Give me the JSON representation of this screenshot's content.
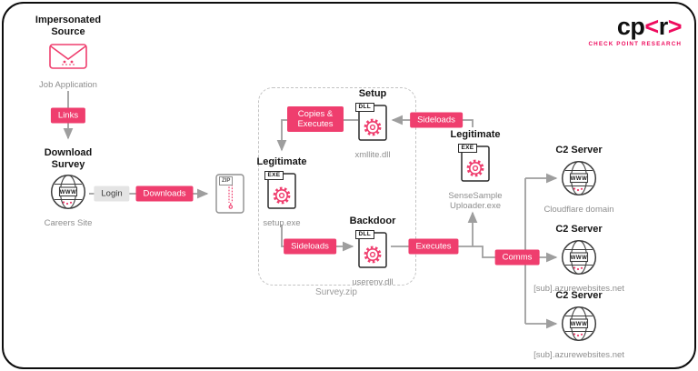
{
  "colors": {
    "accent": "#ef3e6e",
    "brand": "#ee0c5e",
    "arrow": "#9e9e9e"
  },
  "logo": {
    "cp": "cp",
    "bracket_open": "<",
    "r": "r",
    "bracket_close": ">",
    "subtitle": "CHECK POINT RESEARCH"
  },
  "flow": {
    "globe_www": "WWW",
    "source": {
      "title": "Impersonated Source",
      "caption": "Job Application"
    },
    "links_badge": "Links",
    "survey": {
      "title": "Download Survey",
      "caption": "Careers Site"
    },
    "login_badge": "Login",
    "downloads_badge": "Downloads",
    "zip_tab": "ZIP",
    "group_label": "Survey.zip",
    "setup_dll": {
      "title": "Setup",
      "tab": "DLL",
      "caption": "xmllite.dll"
    },
    "copies_badge": "Copies & Executes",
    "sideloads_top_badge": "Sideloads",
    "setup_exe": {
      "title": "Legitimate",
      "tab": "EXE",
      "caption": "setup.exe"
    },
    "sideloads_bottom_badge": "Sideloads",
    "backdoor_dll": {
      "title": "Backdoor",
      "tab": "DLL",
      "caption": "userenv.dll"
    },
    "executes_badge": "Executes",
    "uploader_exe": {
      "title": "Legitimate",
      "tab": "EXE",
      "caption": "SenseSample Uploader.exe"
    },
    "comms_badge": "Comms",
    "c2": [
      {
        "title": "C2 Server",
        "caption": "Cloudflare domain"
      },
      {
        "title": "C2 Server",
        "caption": "[sub].azurewebsites.net"
      },
      {
        "title": "C2 Server",
        "caption": "[sub].azurewebsites.net"
      }
    ]
  }
}
